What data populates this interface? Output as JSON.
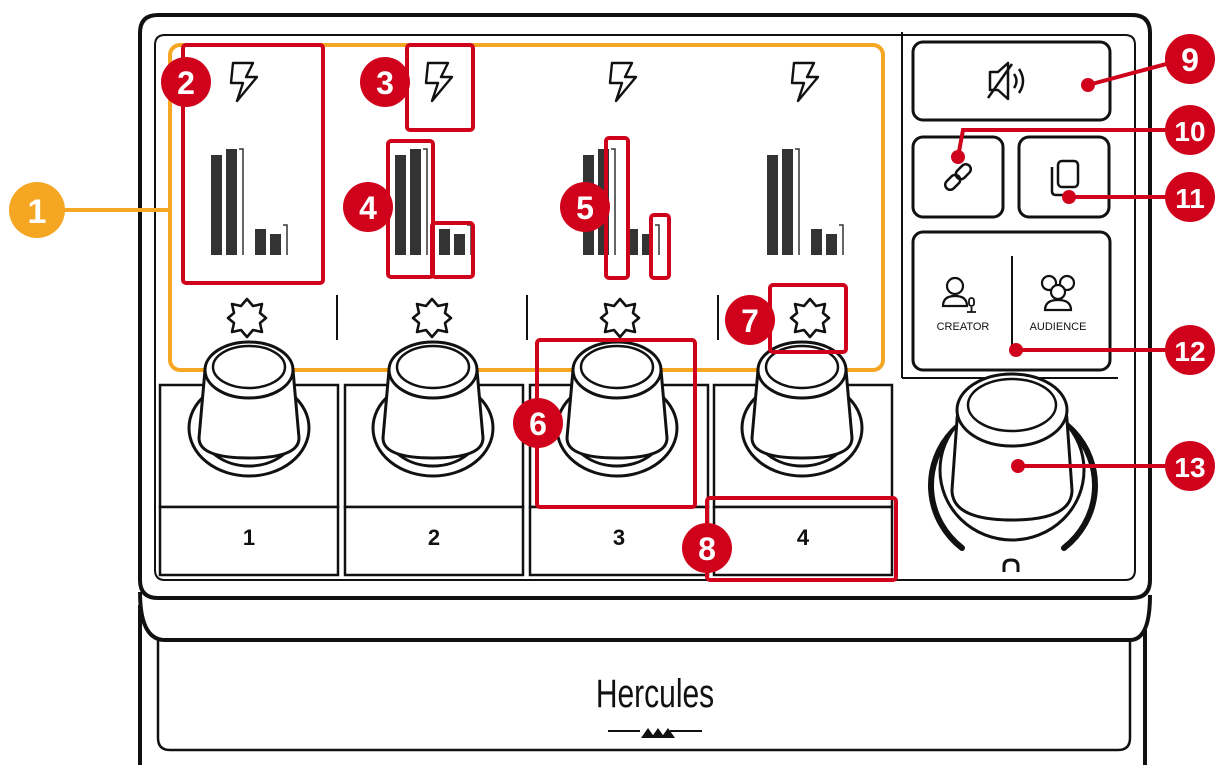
{
  "device": {
    "brand": "Hercules",
    "channels": [
      {
        "label": "1"
      },
      {
        "label": "2"
      },
      {
        "label": "3"
      },
      {
        "label": "4"
      }
    ],
    "modes": {
      "creator": "CREATOR",
      "audience": "AUDIENCE"
    },
    "icons": {
      "channel_top": "lightning-icon",
      "channel_mid": "star-icon",
      "mute": "speaker-mute-icon",
      "link": "link-icon",
      "copy": "copy-icon",
      "headphones": "headphones-icon"
    }
  },
  "callouts": [
    {
      "n": "1",
      "color": "#f5a623"
    },
    {
      "n": "2",
      "color": "#d0021b"
    },
    {
      "n": "3",
      "color": "#d0021b"
    },
    {
      "n": "4",
      "color": "#d0021b"
    },
    {
      "n": "5",
      "color": "#d0021b"
    },
    {
      "n": "6",
      "color": "#d0021b"
    },
    {
      "n": "7",
      "color": "#d0021b"
    },
    {
      "n": "8",
      "color": "#d0021b"
    },
    {
      "n": "9",
      "color": "#d0021b"
    },
    {
      "n": "10",
      "color": "#d0021b"
    },
    {
      "n": "11",
      "color": "#d0021b"
    },
    {
      "n": "12",
      "color": "#d0021b"
    },
    {
      "n": "13",
      "color": "#d0021b"
    }
  ],
  "colors": {
    "annotation_red": "#d0021b",
    "screen_outline": "#f5a623",
    "device_line": "#111111"
  }
}
